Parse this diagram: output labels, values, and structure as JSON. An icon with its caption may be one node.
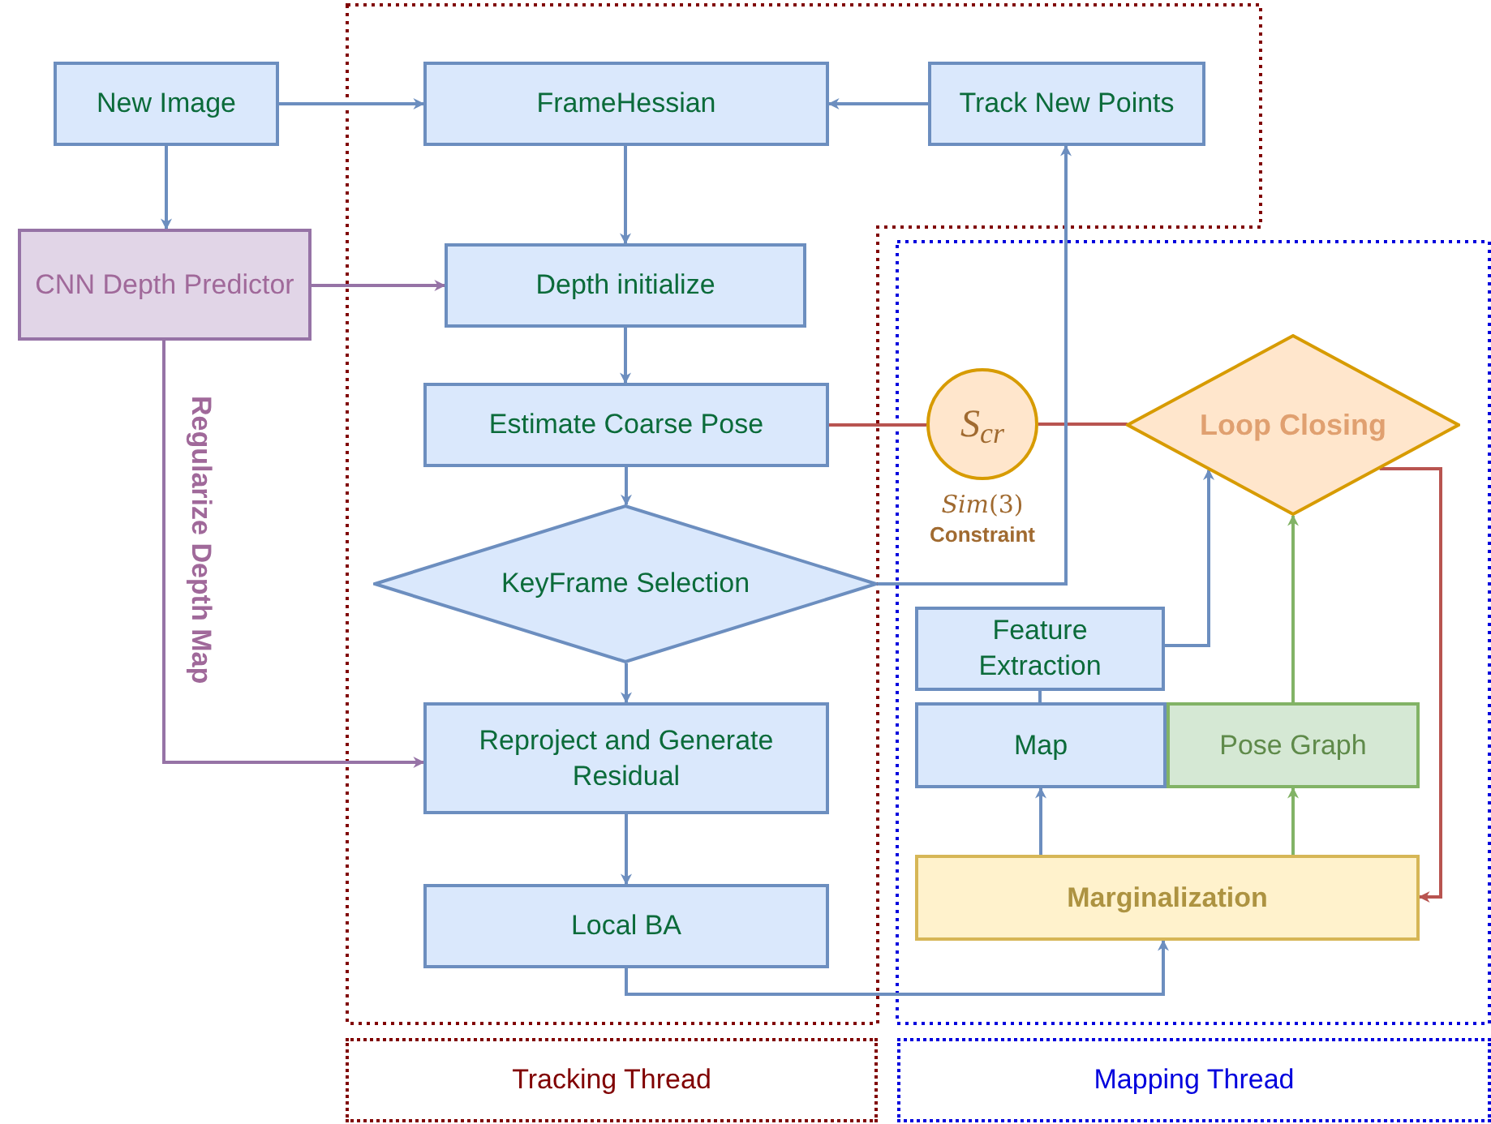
{
  "diagram": {
    "nodes": [
      {
        "text": [
          "New Image"
        ]
      },
      {
        "text": [
          "FrameHessian"
        ]
      },
      {
        "text": [
          "Track New Points"
        ]
      },
      {
        "text": [
          "CNN Depth Predictor"
        ]
      },
      {
        "text": [
          "Depth initialize"
        ]
      },
      {
        "text": [
          "Estimate Coarse Pose"
        ]
      },
      {
        "text": [
          "S$_{cr}$"
        ],
        "beside": [
          "*Sim*(3)",
          "Constraint"
        ]
      },
      {
        "text": [
          "Loop Closing"
        ]
      },
      {
        "text": [
          "KeyFrame Selection"
        ]
      },
      {
        "text": [
          "Feature Extraction"
        ]
      },
      {
        "text": [
          "Map"
        ]
      },
      {
        "text": [
          "Pose Graph"
        ]
      },
      {
        "text": [
          "Reproject and Generate Residual"
        ]
      },
      {
        "text": [
          "Local BA"
        ]
      },
      {
        "text": [
          "Marginalization"
        ]
      },
      {
        "text": [
          "Tracking Thread"
        ]
      },
      {
        "text": [
          "Mapping Thread"
        ]
      }
    ],
    "edges": [
      {
        "from": 0,
        "to": 1,
        "arrow": "to"
      },
      {
        "from": 0,
        "to": 3,
        "arrow": "to"
      },
      {
        "from": 2,
        "to": 1,
        "arrow": "to"
      },
      {
        "from": 1,
        "to": 4,
        "arrow": "to"
      },
      {
        "from": 3,
        "to": 4,
        "arrow": "to",
        "color": "#9673a6"
      },
      {
        "from": 4,
        "to": 5,
        "arrow": "to"
      },
      {
        "from": 5,
        "to": 8,
        "arrow": "to"
      },
      {
        "from": 5,
        "to": 6,
        "arrow": "none",
        "color": "#b85450"
      },
      {
        "from": 6,
        "to": 7,
        "arrow": "none",
        "color": "#b85450"
      },
      {
        "from": 8,
        "to": 2,
        "arrow": "to"
      },
      {
        "from": 8,
        "to": 12,
        "arrow": "to"
      },
      {
        "from": 3,
        "to": 12,
        "arrow": "to",
        "label": "Regularize Depth Map",
        "color": "#9673a6"
      },
      {
        "from": 12,
        "to": 13,
        "arrow": "to"
      },
      {
        "from": 13,
        "to": 14,
        "arrow": "to"
      },
      {
        "from": 9,
        "to": 7,
        "arrow": "to"
      },
      {
        "from": 11,
        "to": 7,
        "arrow": "to",
        "color": "#82b366"
      },
      {
        "from": 14,
        "to": 10,
        "arrow": "to"
      },
      {
        "from": 14,
        "to": 11,
        "arrow": "to",
        "color": "#82b366"
      },
      {
        "from": 7,
        "to": 14,
        "arrow": "to",
        "color": "#b85450"
      },
      {
        "from": 9,
        "to": 10,
        "arrow": "none"
      }
    ]
  }
}
